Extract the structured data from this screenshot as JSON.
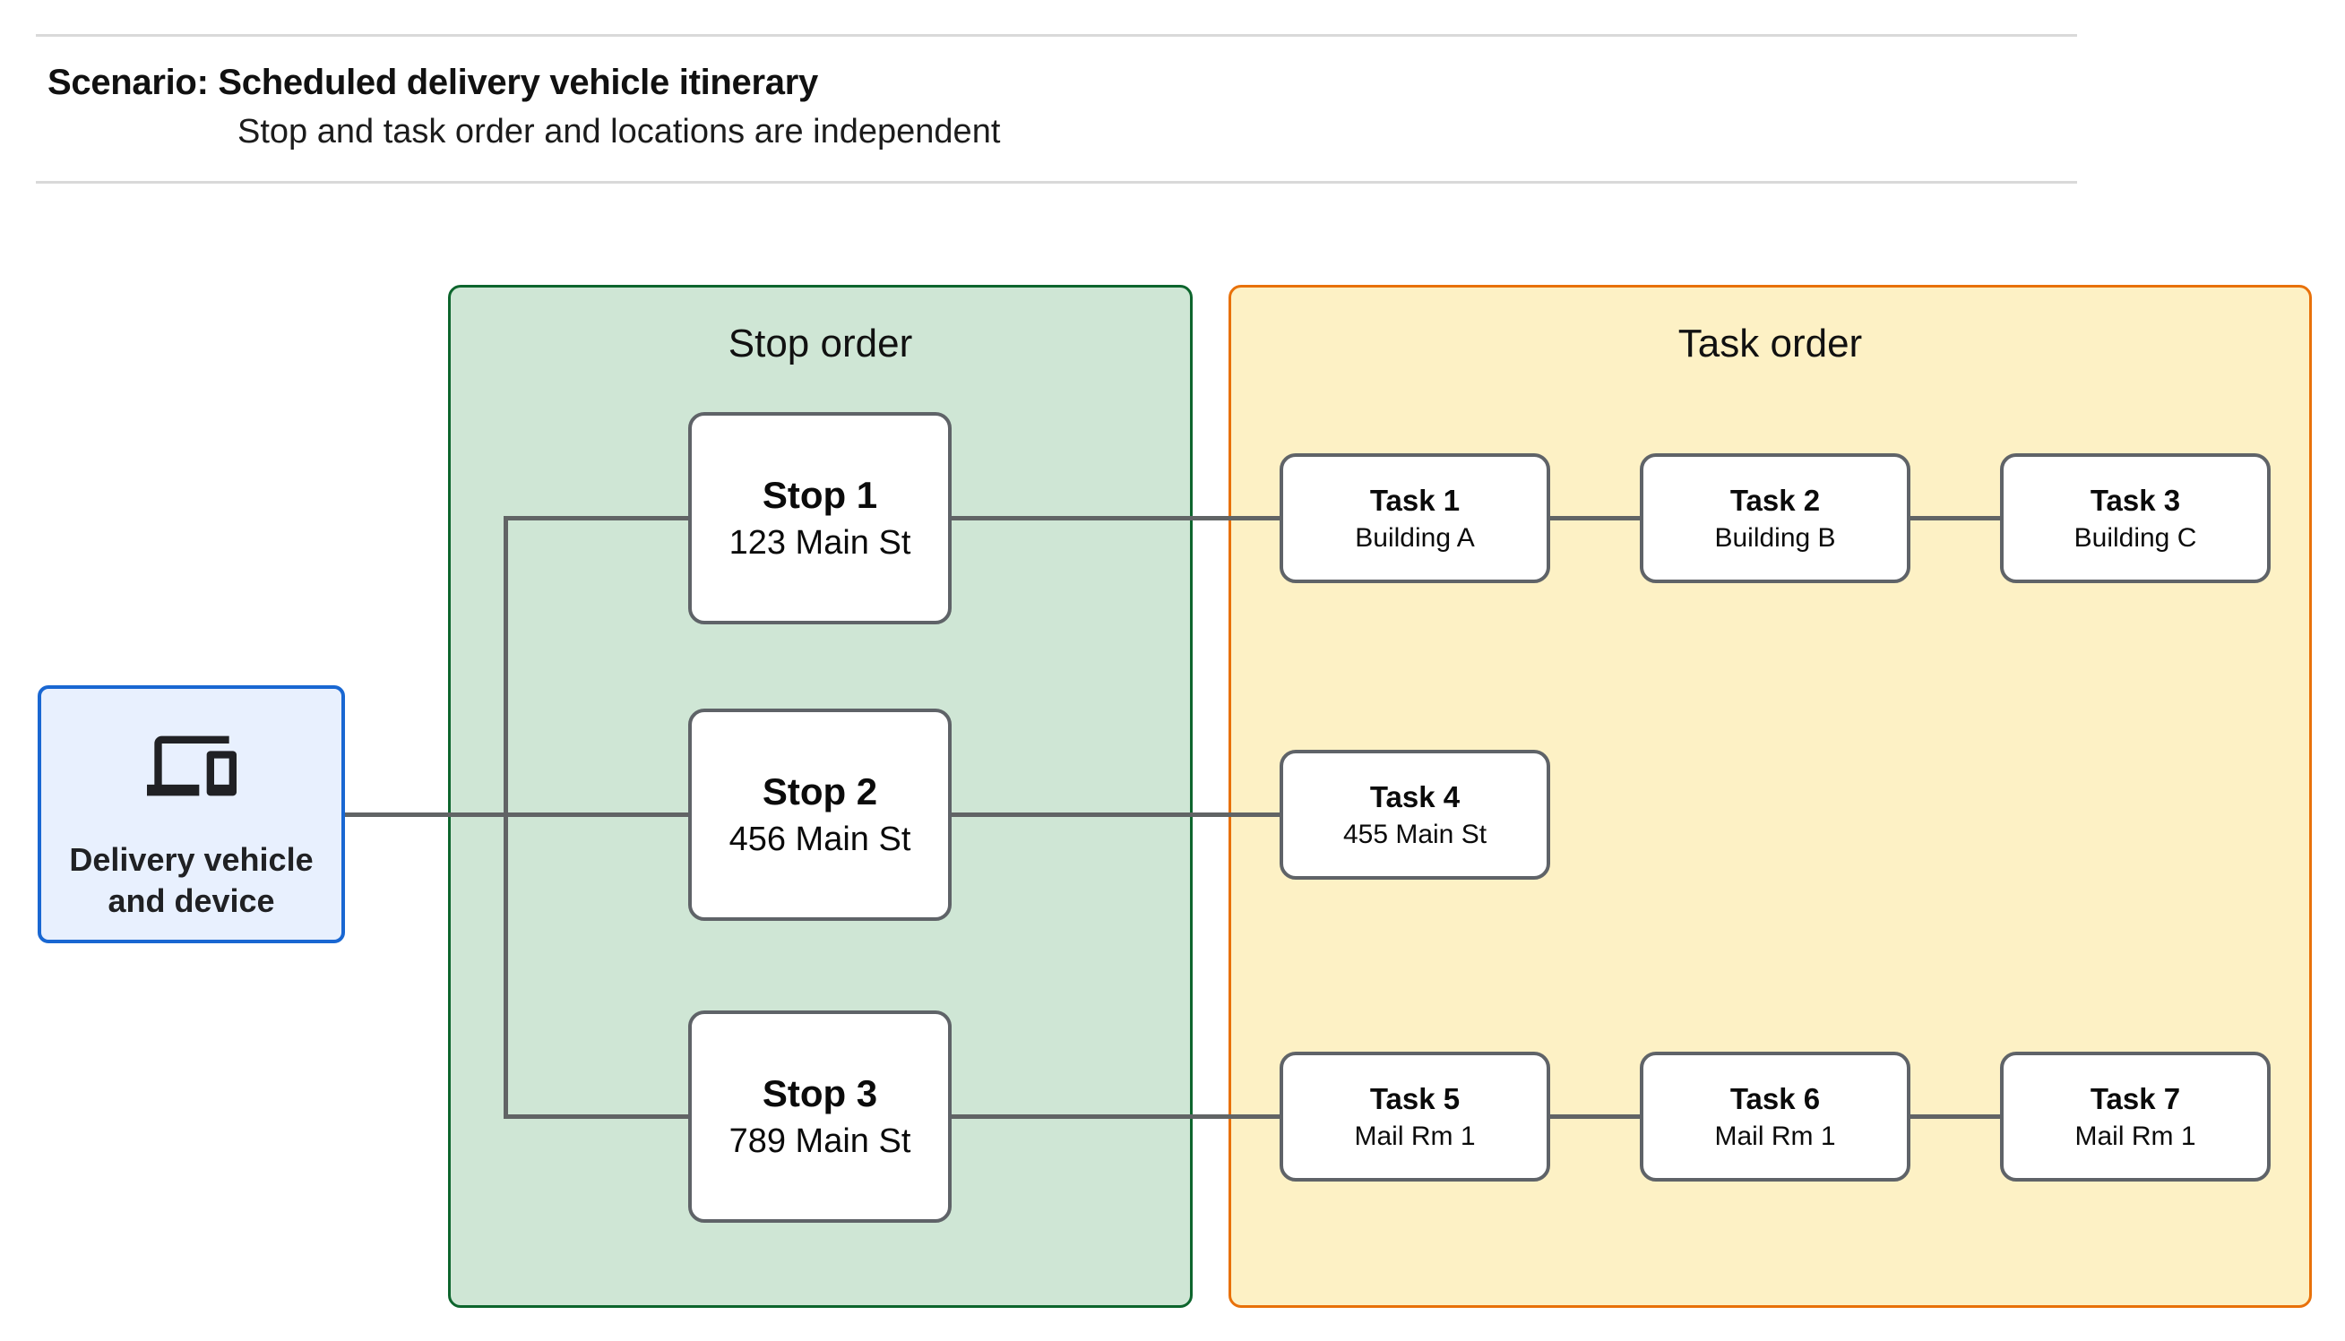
{
  "header": {
    "title": "Scenario: Scheduled delivery vehicle itinerary",
    "subtitle": "Stop and task order and locations are independent"
  },
  "source_node": {
    "icon": "devices-icon",
    "label": "Delivery vehicle and device"
  },
  "panels": {
    "stop_order": {
      "title": "Stop order"
    },
    "task_order": {
      "title": "Task order"
    }
  },
  "nodes": {
    "stops": [
      {
        "name": "Stop 1",
        "location": "123 Main St"
      },
      {
        "name": "Stop 2",
        "location": "456 Main St"
      },
      {
        "name": "Stop 3",
        "location": "789 Main St"
      }
    ],
    "tasks": [
      {
        "name": "Task 1",
        "location": "Building A"
      },
      {
        "name": "Task 2",
        "location": "Building B"
      },
      {
        "name": "Task 3",
        "location": "Building C"
      },
      {
        "name": "Task 4",
        "location": "455 Main St"
      },
      {
        "name": "Task 5",
        "location": "Mail Rm 1"
      },
      {
        "name": "Task 6",
        "location": "Mail Rm 1"
      },
      {
        "name": "Task 7",
        "location": "Mail Rm 1"
      }
    ]
  },
  "colors": {
    "stop_panel_fill": "#cfe6d5",
    "stop_panel_border": "#0d652d",
    "task_panel_fill": "#fdf1c5",
    "task_panel_border": "#e8710a",
    "source_fill": "#e8f0fe",
    "source_border": "#1967d2",
    "node_fill": "#ffffff",
    "node_border": "#5f6368",
    "connector": "#616465",
    "divider": "#d9d9d9"
  }
}
